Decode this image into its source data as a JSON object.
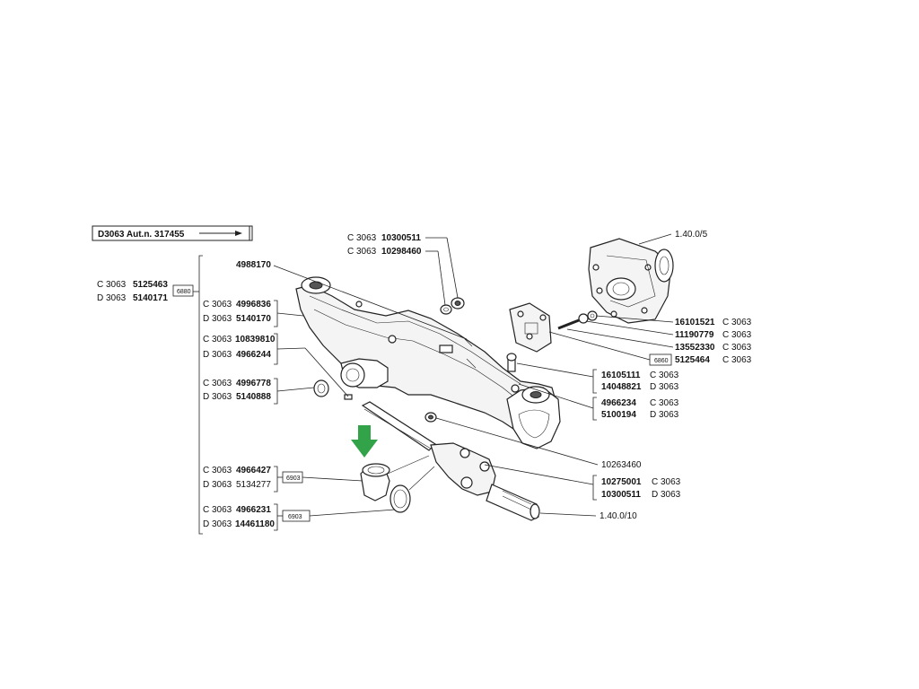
{
  "header": {
    "title": "D3063 Aut.n. 317455"
  },
  "colors": {
    "arrow": "#33a34a",
    "ink": "#222222"
  },
  "labels_left": {
    "g1": {
      "model_c": "C 3063",
      "part_c": "5125463",
      "model_d": "D 3063",
      "part_d": "5140171",
      "box": "6880"
    },
    "top_part": "4988170",
    "g2": {
      "model_c": "C 3063",
      "part_c": "4996836",
      "model_d": "D 3063",
      "part_d": "5140170"
    },
    "g3": {
      "model_c": "C 3063",
      "part_c": "10839810",
      "model_d": "D 3063",
      "part_d": "4966244"
    },
    "g4": {
      "model_c": "C 3063",
      "part_c": "4996778",
      "model_d": "D 3063",
      "part_d": "5140888"
    },
    "g5": {
      "model_c": "C 3063",
      "part_c": "4966427",
      "model_d": "D 3063",
      "part_d": "5134277",
      "box": "6903"
    },
    "g6": {
      "model_c": "C 3063",
      "part_c": "4966231",
      "model_d": "D 3063",
      "part_d": "14461180",
      "box": "6903"
    }
  },
  "labels_top": {
    "model_a": "C 3063",
    "part_a": "10300511",
    "model_b": "C 3063",
    "part_b": "10298460"
  },
  "labels_right": {
    "ref_top": "1.40.0/5",
    "r1": {
      "part": "16101521",
      "model": "C 3063"
    },
    "r2": {
      "part": "11190779",
      "model": "C 3063"
    },
    "r3": {
      "part": "13552330",
      "model": "C 3063"
    },
    "r4": {
      "box": "6860",
      "part": "5125464",
      "model": "C 3063"
    },
    "r5": {
      "part": "16105111",
      "model": "C 3063"
    },
    "r6": {
      "part": "14048821",
      "model": "D 3063"
    },
    "r7": {
      "part": "4966234",
      "model": "C 3063"
    },
    "r8": {
      "part": "5100194",
      "model": "D 3063"
    },
    "r9": {
      "part": "10263460"
    },
    "r10": {
      "part": "10275001",
      "model": "C 3063"
    },
    "r11": {
      "part": "10300511",
      "model": "D 3063"
    },
    "ref_bottom": "1.40.0/10"
  }
}
